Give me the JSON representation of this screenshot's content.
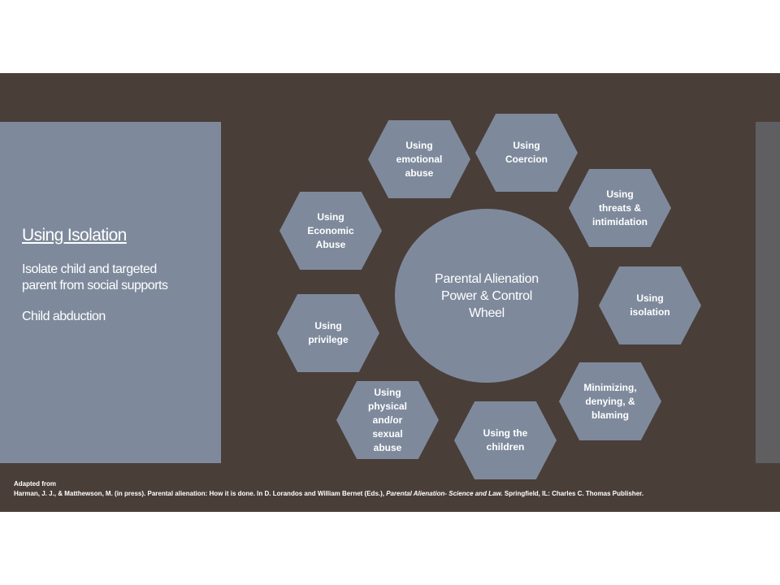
{
  "left_panel": {
    "title": "Using Isolation",
    "line1": "Isolate child and targeted",
    "line2": "parent from social supports",
    "line3": "Child abduction"
  },
  "wheel": {
    "center": "Parental Alienation\nPower & Control\nWheel",
    "hexagons": [
      "Using\nemotional\nabuse",
      "Using\nCoercion",
      "Using\nthreats &\nintimidation",
      "Using\nisolation",
      "Minimizing,\ndenying, &\nblaming",
      "Using the\nchildren",
      "Using\nphysical\nand/or\nsexual\nabuse",
      "Using\nprivilege",
      "Using\nEconomic\nAbuse"
    ]
  },
  "citation": {
    "line1": "Adapted from",
    "line2_prefix": "Harman, J. J., & Matthewson,  M. (in press). Parental alienation: How it is done. In D. Lorandos and William Bernet (Eds.), ",
    "line2_title": "Parental Alienation- Science and Law.",
    "line2_suffix": " Springfield, IL: Charles C. Thomas Publisher."
  },
  "colors": {
    "background": "#4a3e39",
    "shape_fill": "#7e8a9c",
    "right_strip": "#5f5f62",
    "text": "#ffffff"
  }
}
